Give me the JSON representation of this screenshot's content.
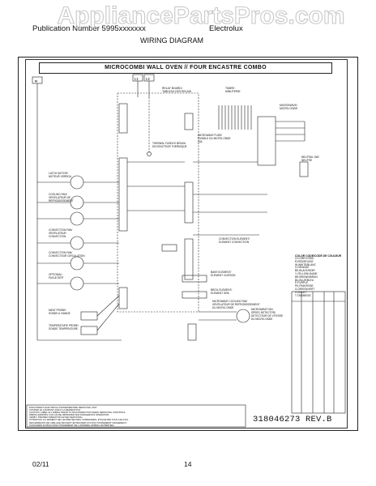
{
  "header": {
    "brand": "Publication Number 5995xxxxxxx",
    "model": "Electrolux",
    "title": "WIRING DIAGRAM"
  },
  "watermark": {
    "text": "AppliancePartsPros.com"
  },
  "diagram": {
    "title": "MICROCOMBI WALL OVEN // FOUR ENCASTRE COMBO",
    "line_labels": {
      "l1": "L1",
      "l2": "L2",
      "n": "N"
    },
    "labels": {
      "relay_board": "RELAY BOARD/\nTABLEAU DES RELAIS",
      "timer": "TIMER/\nMINUTERIE",
      "microwave": "MICROWAVE/\nMICRO-ONDE",
      "neutral": "NEUTRAL SW/\nNEUTRE",
      "thermal": "THERMAL FUSE/LE BRASU\nDISJONCTEUR THERMIQUE",
      "mw_fuse": "MICROWAVE FUSE/\nFUSIBLE DU MICRO-ONDE\n20A",
      "latch_motor": "LATCH MOTOR/\nMOTEUR VERROU",
      "cooling_fan": "COOLING FAN/\nVENTILATEUR DE\nREFROIDISSEMENT",
      "convection_fan": "CONVECTION FAN/\nVENTILATEUR\nCONVECTION",
      "convection_motor": "CONVECTION FAN/\nCONVECTEUR CIRCULATION",
      "optional_fan": "OPTIONAL/\nFACULTATIF",
      "meat_probe": "MEAT PROBE/\nSONDE A VIANDE",
      "temp_probe": "TEMPERATURE PROBE/\nSONDE TEMPERATURE",
      "convection_element": "CONVECTION ELEMENT/\nELEMENT CONVECTION",
      "bake_element": "BAKE ELEMENT/\nELEMENT CUISSON",
      "broil_element": "BROIL ELEMENT/\nELEMENT GRIL",
      "mw_cooling_fan": "MICROWAVE COOLING FAN/\nVENTILATEUR DE REFROIDISSEMENT\nDU MICRO-ONDE",
      "mw_fan_detector": "MICROWAVE FAN\nSPEED DETECTOR/\nDETECTEUR DE VITESSE\nDU MICRO-ONDE",
      "notes": "DISCONNECT ELECTRICAL POWER BEFORE SERVICING UNIT.\nCOUPER LE COURANT AVANT LA REPARATION.\nCAUTION: LABEL ALL WIRES PRIOR TO DISCONNECTION WHEN SERVICING CONTROLS.\nWIRING ERRORS CAN CAUSE IMPROPER AND DANGEROUS OPERATION.\nVERIFY PROPER OPERATION AFTER SERVICING.\nATTENTION: AU MOMENT DE L'ENTRETIEN DES COMMANDES, ETIQUETER TOUS LES FILS.\nDES ERREURS DE CABLAGE PEUVENT ENTRAINER UN FONCTIONNEMENT DANGEREUX.\nS'ASSURER DU BON FONCTIONNEMENT DE L'APPAREIL APRES L'ENTRETIEN."
    },
    "color_legend": {
      "title": "COLOR CODE/CODE DE COULEUR",
      "items": [
        "GY-GREY/GRIS",
        "R-RED/ROUGE",
        "W-WHITE/BLANC",
        "O-ORANGE",
        "BK-BLACK/NOIR",
        "Y-YELLOW/JAUNE",
        "BR-BROWN/BRUN",
        "BU-BLUE/BLEU",
        "P-PURPLE",
        "PK-PINK/ROSE",
        "G-GREEN/VERT",
        "V-VIOLET",
        "T-TAN/BEIGE"
      ]
    },
    "rev": "318046273 REV.B"
  },
  "footer": {
    "date": "02/11",
    "page": "14"
  }
}
